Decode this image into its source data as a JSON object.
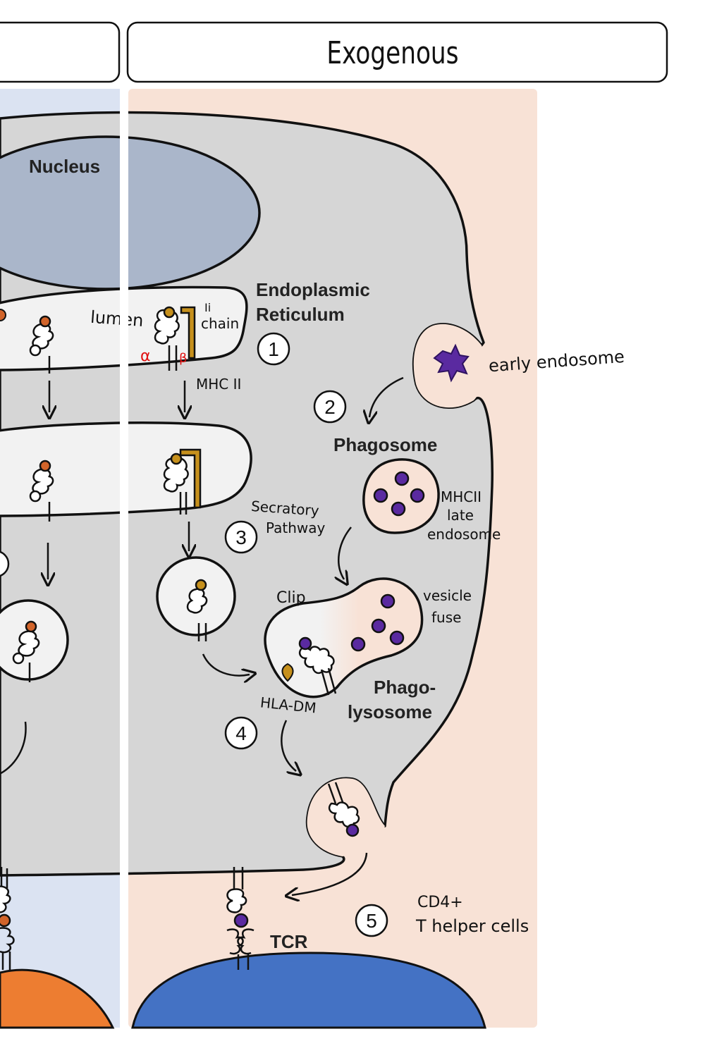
{
  "header": {
    "title": "Exogenous"
  },
  "labels": {
    "nucleus": "Nucleus",
    "er_line1": "Endoplasmic",
    "er_line2": "Reticulum",
    "lumen": "lumen",
    "ii_line1": "Ii",
    "ii_line2": "chain",
    "alpha": "α",
    "beta": "β",
    "mhc2_er": "MHC II",
    "early_endosome": "early endosome",
    "phagosome": "Phagosome",
    "late_line1": "MHCII",
    "late_line2": "late",
    "late_line3": "endosome",
    "secretory_line1": "Secratory",
    "secretory_line2": "Pathway",
    "clip": "Clip",
    "vesicle_line1": "vesicle",
    "vesicle_line2": "fuse",
    "hla_dm": "HLA-DM",
    "phagolysosome_line1": "Phago-",
    "phagolysosome_line2": "lysosome",
    "tcr": "TCR",
    "cd4_line1": "CD4+",
    "cd4_line2": "T helper cells"
  },
  "steps": [
    "1",
    "2",
    "3",
    "4",
    "5"
  ],
  "colors": {
    "left_panel_bg": "#dbe3f2",
    "right_panel_bg": "#f8e2d6",
    "cell_fill": "#d6d6d6",
    "nucleus_fill": "#aab6ca",
    "organelle_fill": "#f2f2f2",
    "antigen_purple": "#5a2aa0",
    "peptide_orange": "#d2642a",
    "clip_gold": "#c6901c",
    "t_cell_blue": "#4472c4",
    "t_cell_orange": "#ed7d31",
    "alpha_beta_red": "#e01010"
  }
}
